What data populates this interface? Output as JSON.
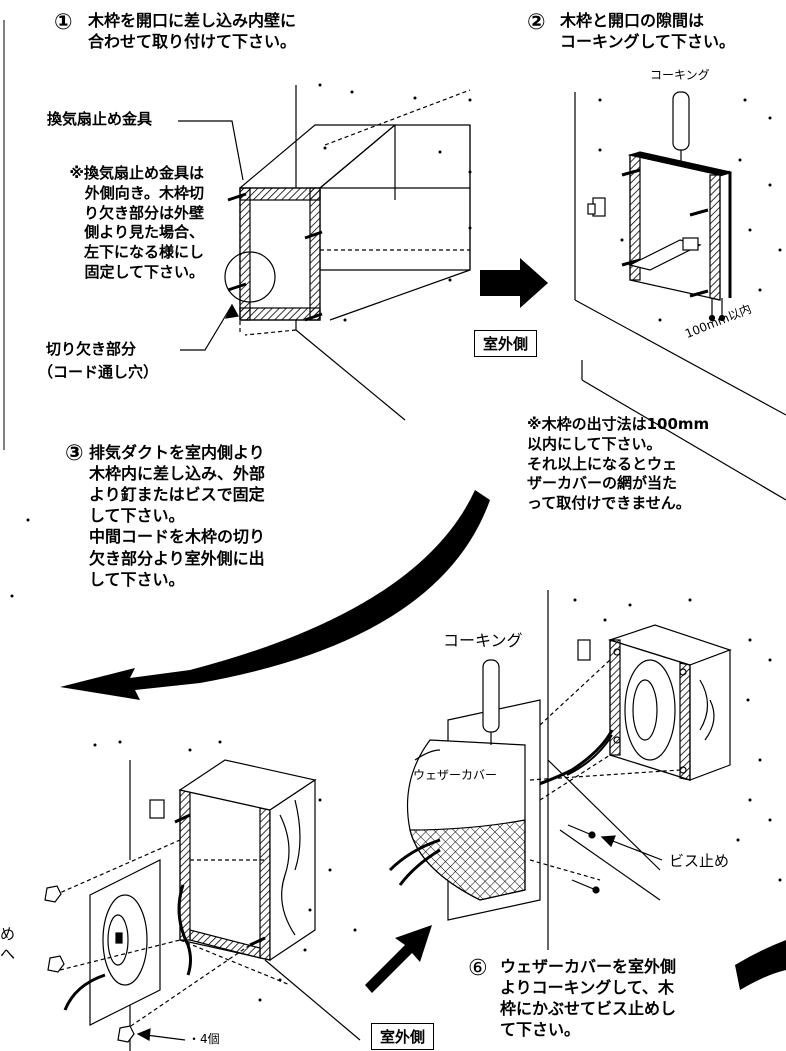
{
  "steps": {
    "step1": {
      "number": "①",
      "text": "木枠を開口に差し込み内壁に\n合わせて取り付けて下さい。"
    },
    "step2": {
      "number": "②",
      "text": "木枠と開口の隙間は\nコーキングして下さい。"
    },
    "step3": {
      "number": "③",
      "text": "排気ダクトを室内側より\n木枠内に差し込み、外部\nより釘またはビスで固定\nして下さい。\n中間コードを木枠の切り\n欠き部分より室外側に出\nして下さい。"
    },
    "step6": {
      "number": "⑥",
      "text": "ウェザーカバーを室外側\nよりコーキングして、木\n枠にかぶせてビス止めし\nて下さい。"
    }
  },
  "labels": {
    "bracket": "換気扇止め金具",
    "bracket_note": "※換気扇止め金具は\n外側向き。木枠切\nり欠き部分は外壁\n側より見た場合、\n左下になる様にし\n固定して下さい。",
    "notch": "切り欠き部分",
    "cord_hole": "（コード通し穴）",
    "outdoor_1": "室外側",
    "outdoor_2": "室外側",
    "caulking_1": "コーキング",
    "caulking_2": "コーキング",
    "distance": "100mm以内",
    "frame_note": "※木枠の出寸法は100mm\n以内にして下さい。\nそれ以上になるとウェ\nザーカバーの網が当た\nって取付けできません。",
    "weather_cover": "ウェザーカバー",
    "screw": "ビス止め",
    "count": "・4個",
    "cut_left": "め\nへ"
  }
}
